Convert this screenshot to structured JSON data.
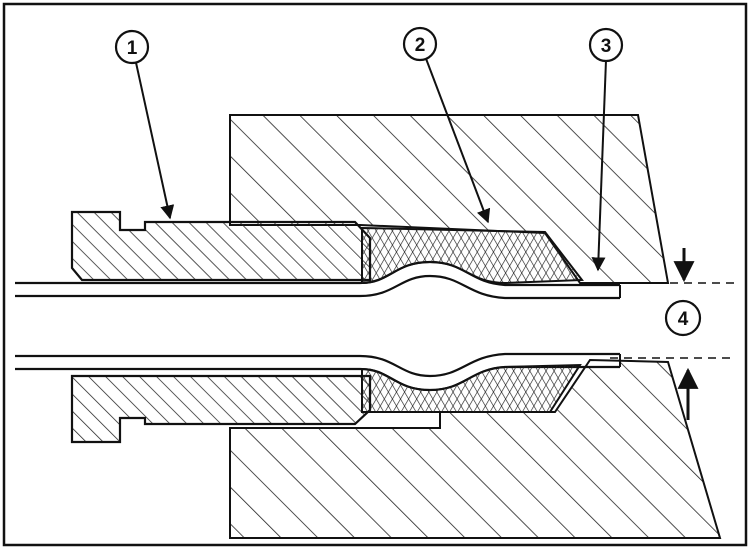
{
  "diagram": {
    "colors": {
      "ink": "#111111",
      "paper": "#ffffff",
      "hatch": "#222222"
    },
    "callouts": [
      {
        "id": "1",
        "label": "1"
      },
      {
        "id": "2",
        "label": "2"
      },
      {
        "id": "3",
        "label": "3"
      },
      {
        "id": "4",
        "label": "4"
      }
    ]
  }
}
